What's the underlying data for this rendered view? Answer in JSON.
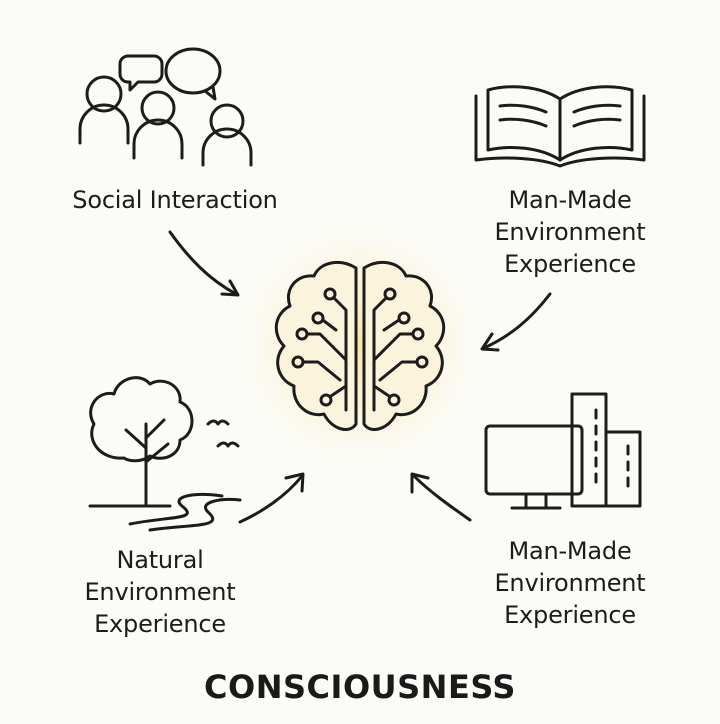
{
  "title": "CONSCIOUSNESS",
  "nodes": {
    "social": {
      "lines": [
        "Social Interaction"
      ]
    },
    "manmade_top": {
      "lines": [
        "Man-Made",
        "Environment",
        "Experience"
      ]
    },
    "natural": {
      "lines": [
        "Natural",
        "Environment",
        "Experience"
      ]
    },
    "manmade_bottom": {
      "lines": [
        "Man-Made",
        "Environment",
        "Experience"
      ]
    }
  },
  "center": {
    "icon": "brain-circuit-icon"
  },
  "colors": {
    "stroke": "#1c1c1c",
    "brain_fill": "#fbf4dc",
    "glow": "#f7e7a8",
    "background": "#fbfbf7"
  }
}
